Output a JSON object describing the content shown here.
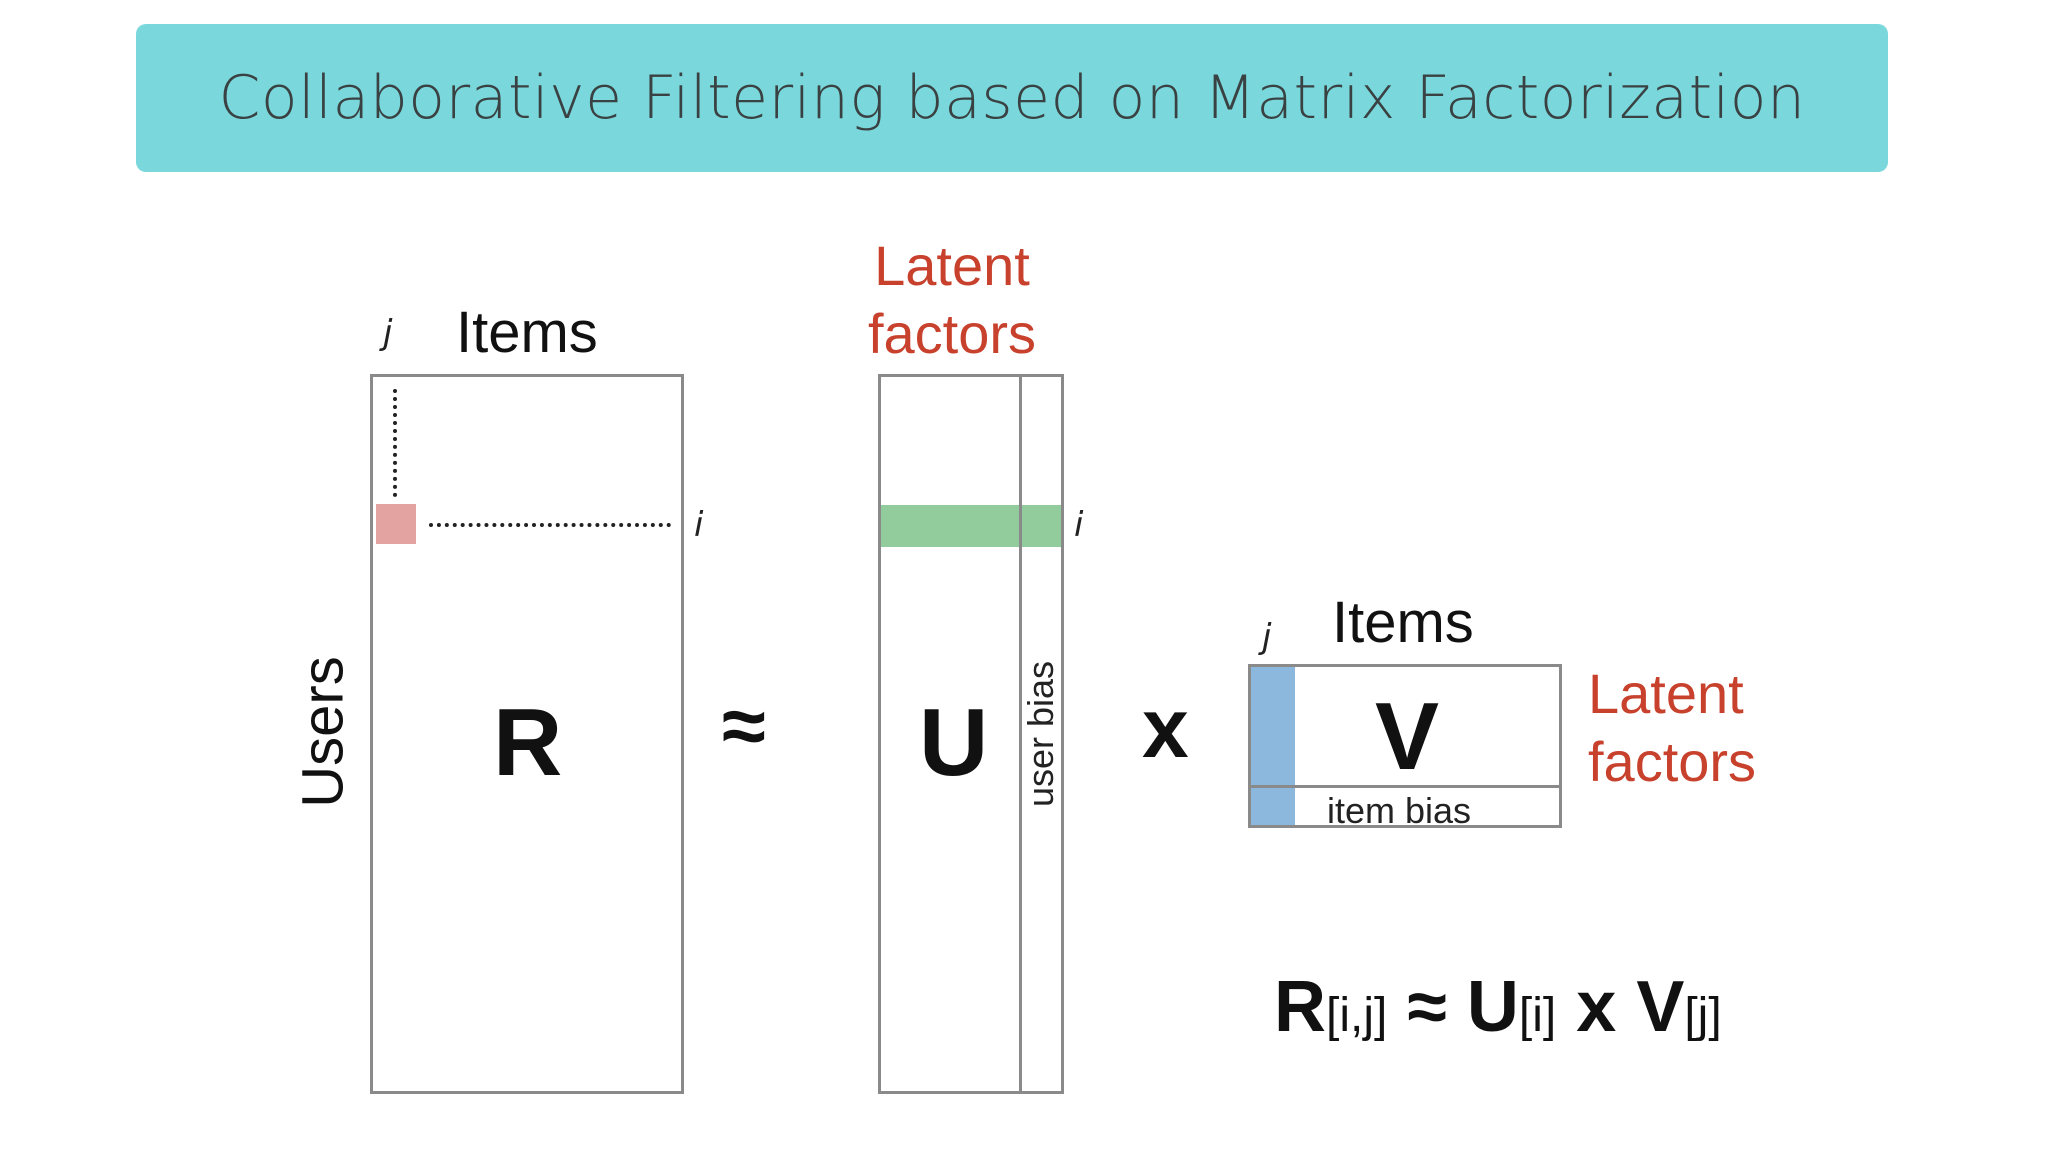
{
  "title": "Collaborative Filtering based on Matrix Factorization",
  "labels": {
    "r_index_j": "j",
    "r_items": "Items",
    "r_index_i": "i",
    "users": "Users",
    "r_matrix": "R",
    "approx": "≈",
    "u_latent": "Latent factors",
    "u_matrix": "U",
    "u_index_i": "i",
    "user_bias": "user bias",
    "times": "x",
    "v_index_j": "j",
    "v_items": "Items",
    "v_matrix": "V",
    "item_bias": "item bias",
    "v_latent": "Latent factors"
  },
  "formula": {
    "r": "R",
    "r_sub": "[i,j]",
    "approx": "≈",
    "u": "U",
    "u_sub": "[i]",
    "times": "x",
    "v": "V",
    "v_sub": "[j]"
  },
  "colors": {
    "banner": "#7ad8dc",
    "highlight_r": "#e3a3a0",
    "highlight_u": "#92cc9c",
    "highlight_v": "#8db8de",
    "latent_text": "#c8412d"
  }
}
